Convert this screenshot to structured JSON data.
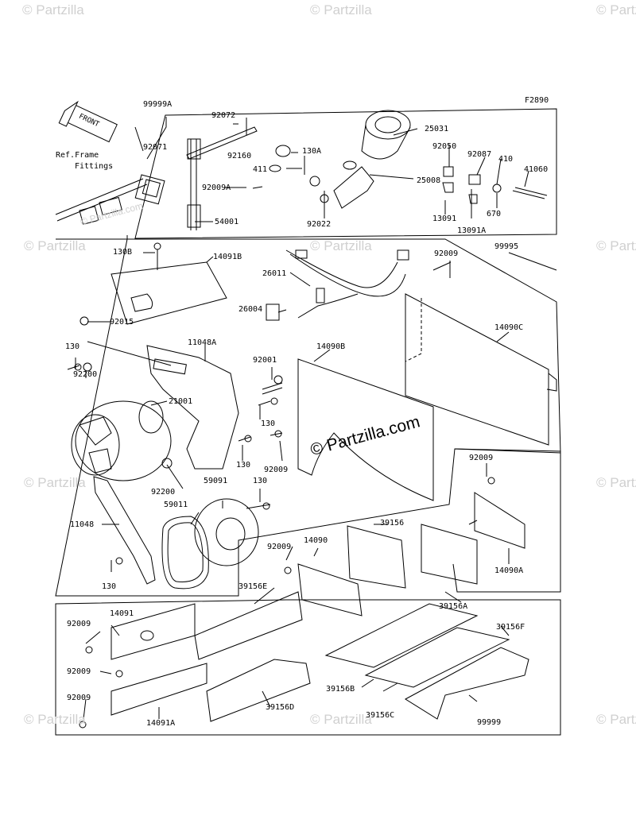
{
  "figure_code": "F2890",
  "front_label": "FRONT",
  "ref_note": {
    "line1": "Ref.Frame",
    "line2": "Fittings"
  },
  "watermark": "© Partzilla",
  "watermark_center": "© Partzilla.com",
  "watermark_small": "© Partzilla.com",
  "labels": {
    "p99999A": "99999A",
    "p92072": "92072",
    "p92071": "92071",
    "p92160": "92160",
    "p130A": "130A",
    "p411": "411",
    "p92009A": "92009A",
    "p54001": "54001",
    "p25031": "25031",
    "p25008": "25008",
    "p92022": "92022",
    "p92050": "92050",
    "p92087": "92087",
    "p410": "410",
    "p41060": "41060",
    "p13091": "13091",
    "p670": "670",
    "p13091A": "13091A",
    "p130B": "130B",
    "p14091B": "14091B",
    "p26011": "26011",
    "p26004": "26004",
    "p92015": "92015",
    "p92009_t": "92009",
    "p99995": "99995",
    "p11048A": "11048A",
    "p14090B": "14090B",
    "p14090C": "14090C",
    "p130_a": "130",
    "p92001": "92001",
    "p92200_a": "92200",
    "p21001": "21001",
    "p130_b": "130",
    "p130_c": "130",
    "p92009_m": "92009",
    "p92200_b": "92200",
    "p59091": "59091",
    "p130_d": "130",
    "p59011": "59011",
    "p11048": "11048",
    "p130_e": "130",
    "p92009_r": "92009",
    "p14090A": "14090A",
    "p39156_a": "39156",
    "p92009_c": "92009",
    "p14090": "14090",
    "p39156A": "39156A",
    "p39156E": "39156E",
    "p14091": "14091",
    "p92009_l1": "92009",
    "p39156F": "39156F",
    "p92009_l2": "92009",
    "p92009_l3": "92009",
    "p14091A": "14091A",
    "p39156D": "39156D",
    "p39156B": "39156B",
    "p39156C": "39156C",
    "p99999": "99999"
  }
}
